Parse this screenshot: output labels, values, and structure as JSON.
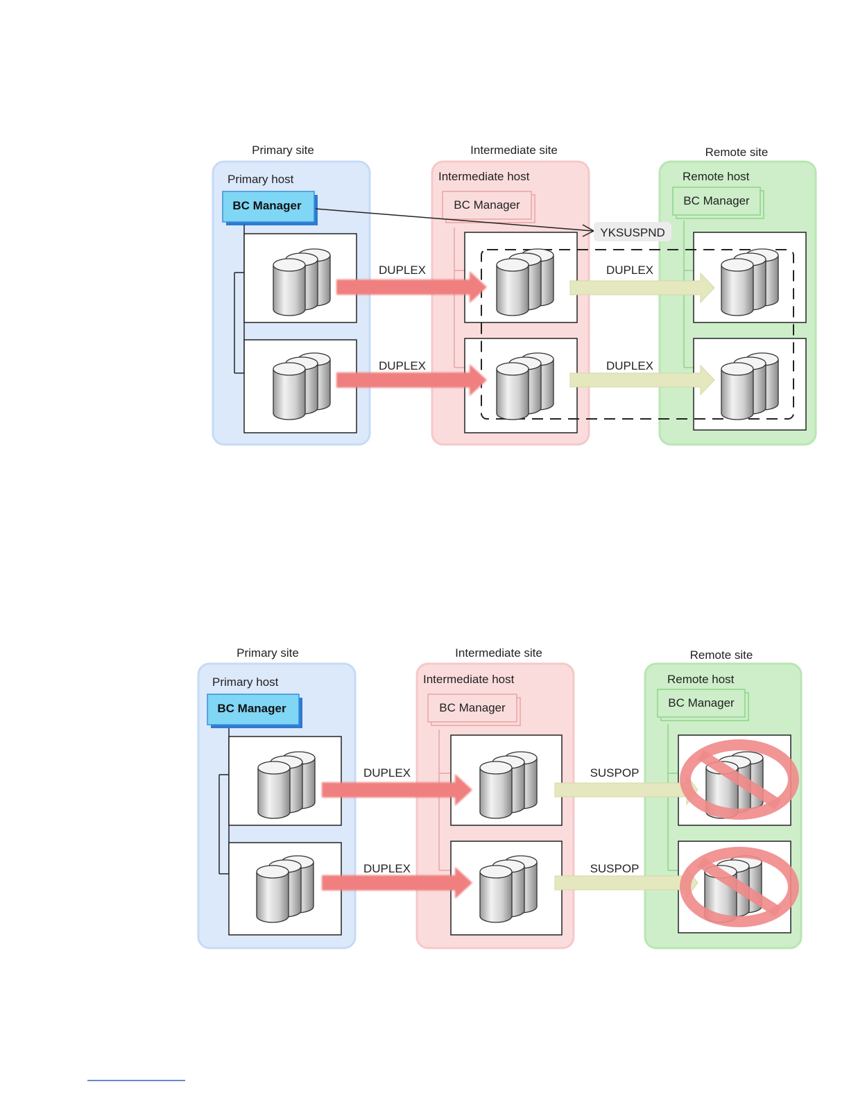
{
  "diagrams": [
    {
      "id": "top",
      "sites": {
        "primary": {
          "title": "Primary site",
          "host": "Primary host",
          "bc": "BC Manager"
        },
        "intermediate": {
          "title": "Intermediate site",
          "host": "Intermediate host",
          "bc": "BC Manager"
        },
        "remote": {
          "title": "Remote site",
          "host": "Remote host",
          "bc": "BC Manager"
        }
      },
      "command": "YKSUSPND",
      "pairs": [
        {
          "left": "DUPLEX",
          "right": "DUPLEX"
        },
        {
          "left": "DUPLEX",
          "right": "DUPLEX"
        }
      ]
    },
    {
      "id": "bottom",
      "sites": {
        "primary": {
          "title": "Primary site",
          "host": "Primary host",
          "bc": "BC Manager"
        },
        "intermediate": {
          "title": "Intermediate site",
          "host": "Intermediate host",
          "bc": "BC Manager"
        },
        "remote": {
          "title": "Remote site",
          "host": "Remote host",
          "bc": "BC Manager"
        }
      },
      "pairs": [
        {
          "left": "DUPLEX",
          "right": "SUSPOP"
        },
        {
          "left": "DUPLEX",
          "right": "SUSPOP"
        }
      ]
    }
  ],
  "colors": {
    "primary_site": "#dce9fb",
    "intermediate_site": "#fbdcdc",
    "remote_site": "#cdeec9",
    "bc_primary_fill": "#7fd6f5",
    "red_arrow": "#f07f7f",
    "yellow_arrow": "#e5e8bf",
    "no_sign": "#f08a8a"
  }
}
